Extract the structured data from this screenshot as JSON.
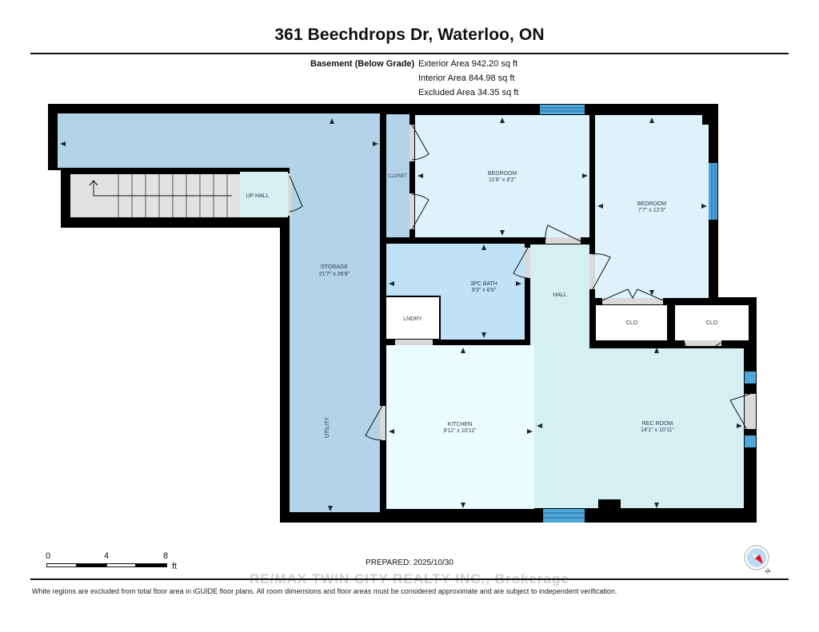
{
  "header": {
    "title": "361 Beechdrops Dr, Waterloo, ON"
  },
  "summary": {
    "level_name": "Basement (Below Grade)",
    "areas": [
      {
        "label": "Exterior Area 942.20 sq ft"
      },
      {
        "label": "Interior Area 844.98 sq ft"
      },
      {
        "label": "Excluded Area 34.35 sq ft"
      }
    ]
  },
  "rooms": {
    "storage": {
      "name": "STORAGE",
      "dims": "21'7\" x 26'9\""
    },
    "utility": {
      "name": "UTILITY"
    },
    "up_hall": {
      "name": "UP HALL"
    },
    "closet": {
      "name": "CLOSET"
    },
    "bedroom_1": {
      "name": "BEDROOM",
      "dims": "11'8\" x 8'2\""
    },
    "bedroom_2": {
      "name": "BEDROOM",
      "dims": "7'7\" x 12'3\""
    },
    "bath": {
      "name": "3PC BATH",
      "dims": "9'3\" x 6'6\""
    },
    "hall": {
      "name": "HALL"
    },
    "laundry": {
      "name": "LNDRY"
    },
    "clo_1": {
      "name": "CLO"
    },
    "clo_2": {
      "name": "CLO"
    },
    "kitchen": {
      "name": "KITCHEN",
      "dims": "9'11\" x 10'11\""
    },
    "rec_room": {
      "name": "REC ROOM",
      "dims": "14'1\" x 10'11\""
    }
  },
  "colors": {
    "wall": "#000000",
    "storage": "#b3d3e8",
    "bedroom": "#def2fc",
    "bath": "#c0e2f9",
    "hall": "#d4f0f3",
    "kitchen": "#ebfcfc",
    "stairs": "#e2e2e2",
    "window": "#4fa6d9",
    "excluded": "#ffffff",
    "door_opening": "#d9d9d9"
  },
  "scale_bar": {
    "ticks": [
      "0",
      "4",
      "8"
    ],
    "unit": "ft"
  },
  "footer": {
    "prepared": "PREPARED: 2025/10/30",
    "disclaimer": "White regions are excluded from total floor area in iGUIDE floor plans. All room dimensions and floor areas must be considered approximate and are subject to independent verification.",
    "watermark": "RE/MAX TWIN CITY REALTY INC., Brokerage"
  },
  "compass": {
    "label": "N"
  }
}
